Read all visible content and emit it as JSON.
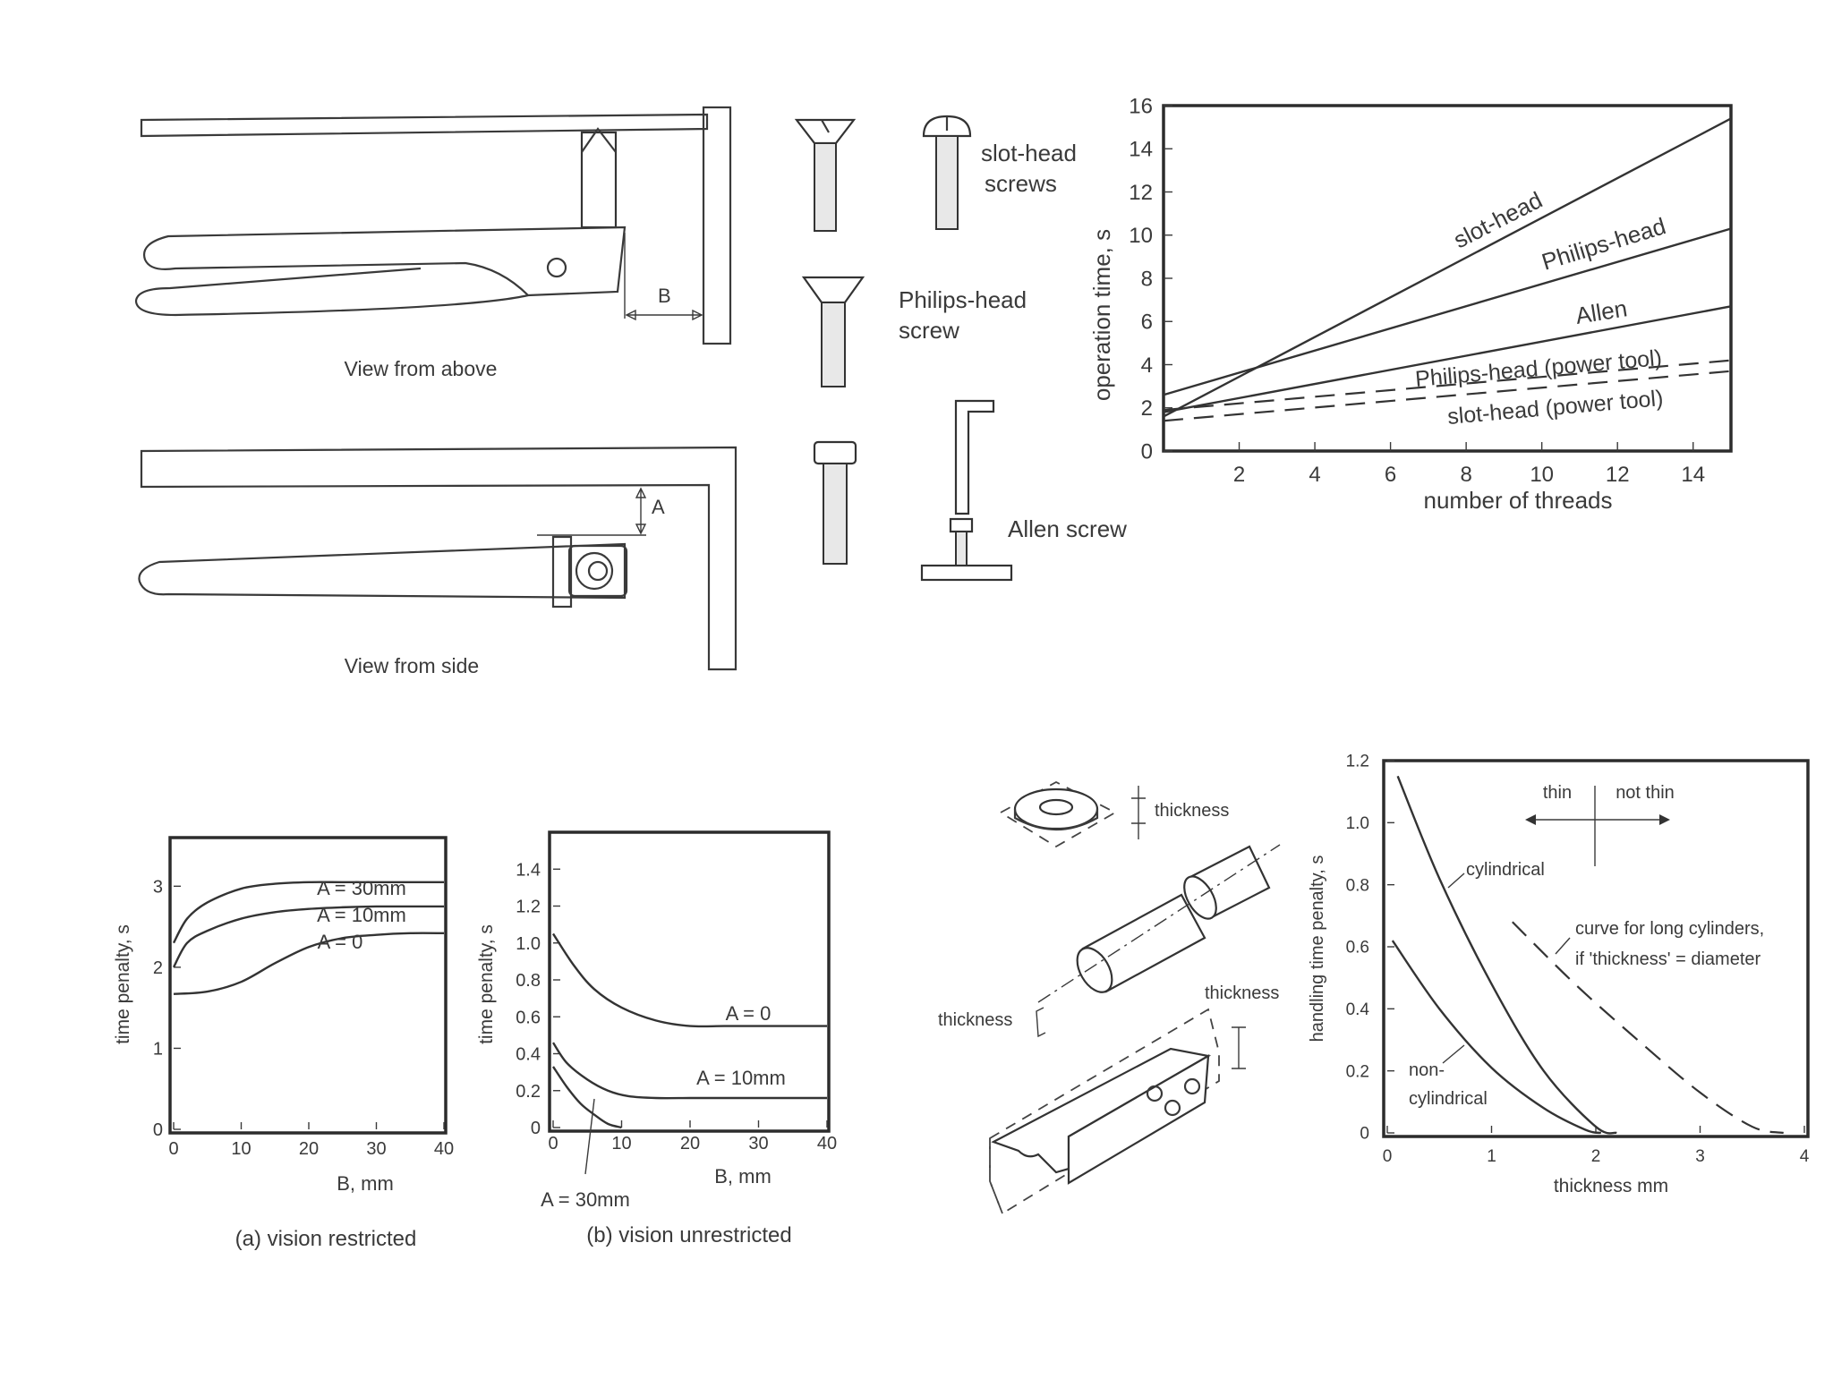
{
  "pliers_panel": {
    "view_above_label": "View from above",
    "view_side_label": "View from side",
    "dim_a": "A",
    "dim_b": "B"
  },
  "screws_panel": {
    "slot_head_label_line1": "slot-head",
    "slot_head_label_line2": "screws",
    "philips_label_line1": "Philips-head",
    "philips_label_line2": "screw",
    "allen_label": "Allen screw"
  },
  "parts_panel": {
    "thickness_washer": "thickness",
    "thickness_cylinder": "thickness",
    "thickness_block": "thickness"
  },
  "chart_data": [
    {
      "id": "threads",
      "type": "line",
      "xlabel": "number of threads",
      "ylabel": "operation time, s",
      "xlim": [
        0,
        15
      ],
      "ylim": [
        0,
        16
      ],
      "xticks": [
        2,
        4,
        6,
        8,
        10,
        12,
        14
      ],
      "yticks": [
        0,
        2,
        4,
        6,
        8,
        10,
        12,
        14,
        16
      ],
      "series": [
        {
          "name": "slot-head",
          "dashed": false,
          "x": [
            0,
            15
          ],
          "y": [
            1.6,
            15.4
          ]
        },
        {
          "name": "Philips-head",
          "dashed": false,
          "x": [
            0,
            15
          ],
          "y": [
            2.6,
            10.3
          ]
        },
        {
          "name": "Allen",
          "dashed": false,
          "x": [
            0,
            15
          ],
          "y": [
            1.8,
            6.7
          ]
        },
        {
          "name": "Philips-head (power tool)",
          "dashed": true,
          "x": [
            0,
            15
          ],
          "y": [
            1.9,
            4.2
          ]
        },
        {
          "name": "slot-head (power tool)",
          "dashed": true,
          "x": [
            0,
            15
          ],
          "y": [
            1.4,
            3.7
          ]
        }
      ]
    },
    {
      "id": "vision_restricted",
      "type": "line",
      "caption": "(a) vision restricted",
      "xlabel": "B, mm",
      "ylabel": "time penalty, s",
      "xlim": [
        0,
        40
      ],
      "ylim": [
        0,
        3.6
      ],
      "xticks": [
        0,
        10,
        20,
        30,
        40
      ],
      "yticks": [
        0,
        1,
        2,
        3
      ],
      "series": [
        {
          "name": "A = 30mm",
          "x": [
            0,
            2,
            5,
            10,
            15,
            20,
            25,
            30,
            35,
            40
          ],
          "y": [
            2.3,
            2.6,
            2.8,
            2.97,
            3.03,
            3.05,
            3.05,
            3.05,
            3.05,
            3.05
          ]
        },
        {
          "name": "A = 10mm",
          "x": [
            0,
            2,
            5,
            10,
            15,
            20,
            25,
            30,
            35,
            40
          ],
          "y": [
            2.0,
            2.3,
            2.45,
            2.6,
            2.68,
            2.72,
            2.74,
            2.75,
            2.75,
            2.75
          ]
        },
        {
          "name": "A = 0",
          "x": [
            0,
            5,
            10,
            15,
            20,
            25,
            30,
            35,
            40
          ],
          "y": [
            1.67,
            1.7,
            1.82,
            2.05,
            2.25,
            2.36,
            2.4,
            2.42,
            2.42
          ]
        }
      ]
    },
    {
      "id": "vision_unrestricted",
      "type": "line",
      "caption": "(b) vision unrestricted",
      "xlabel": "B, mm",
      "ylabel": "time penalty, s",
      "xlim": [
        0,
        40
      ],
      "ylim": [
        0,
        1.6
      ],
      "xticks": [
        0,
        10,
        20,
        30,
        40
      ],
      "yticks": [
        "0",
        "0.2",
        "0.4",
        "0.6",
        "0.8",
        "1.0",
        "1.2",
        "1.4"
      ],
      "series": [
        {
          "name": "A = 0",
          "x": [
            0,
            3,
            6,
            10,
            15,
            20,
            25,
            30,
            35,
            40
          ],
          "y": [
            1.05,
            0.88,
            0.75,
            0.65,
            0.58,
            0.55,
            0.55,
            0.55,
            0.55,
            0.55
          ]
        },
        {
          "name": "A = 10mm",
          "x": [
            0,
            2,
            5,
            8,
            11,
            15,
            20,
            25,
            30,
            40
          ],
          "y": [
            0.46,
            0.35,
            0.26,
            0.2,
            0.17,
            0.16,
            0.16,
            0.16,
            0.16,
            0.16
          ]
        },
        {
          "name": "A = 30mm",
          "x": [
            0,
            2,
            4,
            6,
            8,
            10
          ],
          "y": [
            0.33,
            0.22,
            0.13,
            0.07,
            0.02,
            0.0
          ]
        }
      ]
    },
    {
      "id": "thickness",
      "type": "line",
      "xlabel": "thickness mm",
      "ylabel": "handling time penalty, s",
      "xlim": [
        0,
        4
      ],
      "ylim": [
        0,
        1.2
      ],
      "xticks": [
        0,
        1,
        2,
        3,
        4
      ],
      "yticks": [
        "0",
        "0.2",
        "0.4",
        "0.6",
        "0.8",
        "1.0",
        "1.2"
      ],
      "annotation_thin": "thin",
      "annotation_not_thin": "not thin",
      "series": [
        {
          "name": "cylindrical",
          "dashed": false,
          "x": [
            0.1,
            0.5,
            1.0,
            1.5,
            2.0,
            2.2
          ],
          "y": [
            1.15,
            0.82,
            0.48,
            0.2,
            0.02,
            0.0
          ]
        },
        {
          "name": "non-cylindrical",
          "dashed": false,
          "x": [
            0.05,
            0.5,
            1.0,
            1.5,
            1.9,
            2.05
          ],
          "y": [
            0.62,
            0.4,
            0.21,
            0.08,
            0.01,
            0.0
          ]
        },
        {
          "name": "curve for long cylinders, if 'thickness' = diameter",
          "dashed": true,
          "x": [
            1.2,
            1.8,
            2.4,
            3.0,
            3.5,
            3.8
          ],
          "y": [
            0.68,
            0.48,
            0.3,
            0.13,
            0.02,
            0.0
          ]
        }
      ],
      "labels": {
        "cylindrical": "cylindrical",
        "non_cyl_line1": "non-",
        "non_cyl_line2": "cylindrical",
        "long_line1": "curve for long cylinders,",
        "long_line2": "if 'thickness' = diameter"
      }
    }
  ]
}
